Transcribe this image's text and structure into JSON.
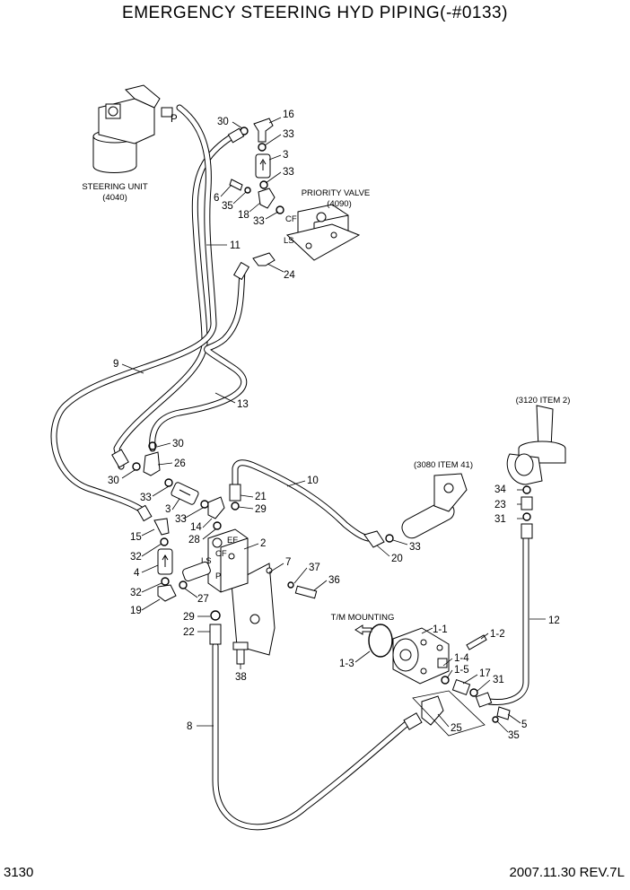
{
  "header": {
    "title": "EMERGENCY STEERING HYD PIPING(-#0133)"
  },
  "footer": {
    "page_number": "3130",
    "revision": "2007.11.30  REV.7L"
  },
  "captions": {
    "steering_unit": "STEERING UNIT",
    "steering_unit_ref": "(4040)",
    "priority_valve": "PRIORITY VALVE",
    "priority_valve_ref": "(4090)",
    "item_3120": "(3120 ITEM 2)",
    "item_3080": "(3080 ITEM 41)",
    "tm_mounting": "T/M MOUNTING"
  },
  "port_labels": {
    "p1": "P",
    "cf1": "CF",
    "ls1": "LS",
    "ef": "EF",
    "cf2": "CF",
    "ls2": "LS",
    "p2": "P"
  },
  "callouts": {
    "c30a": "30",
    "c16": "16",
    "c33a": "33",
    "c3a": "3",
    "c33b": "33",
    "c6": "6",
    "c35a": "35",
    "c18": "18",
    "c33c": "33",
    "c11": "11",
    "c24": "24",
    "c9": "9",
    "c13": "13",
    "c30b": "30",
    "c26": "26",
    "c30c": "30",
    "c33d": "33",
    "c3b": "3",
    "c33e": "33",
    "c15": "15",
    "c28": "28",
    "c14": "14",
    "c32a": "32",
    "c4": "4",
    "c32b": "32",
    "c19": "19",
    "c27": "27",
    "c2": "2",
    "c10": "10",
    "c21": "21",
    "c29a": "29",
    "c33f": "33",
    "c20": "20",
    "c7": "7",
    "c37": "37",
    "c36": "36",
    "c29b": "29",
    "c22": "22",
    "c38": "38",
    "c8": "8",
    "c34": "34",
    "c23": "23",
    "c31a": "31",
    "c12": "12",
    "c1_1": "1-1",
    "c1_2": "1-2",
    "c1_3": "1-3",
    "c1_4": "1-4",
    "c1_5": "1-5",
    "c17": "17",
    "c31b": "31",
    "c25": "25",
    "c5": "5",
    "c35b": "35"
  }
}
